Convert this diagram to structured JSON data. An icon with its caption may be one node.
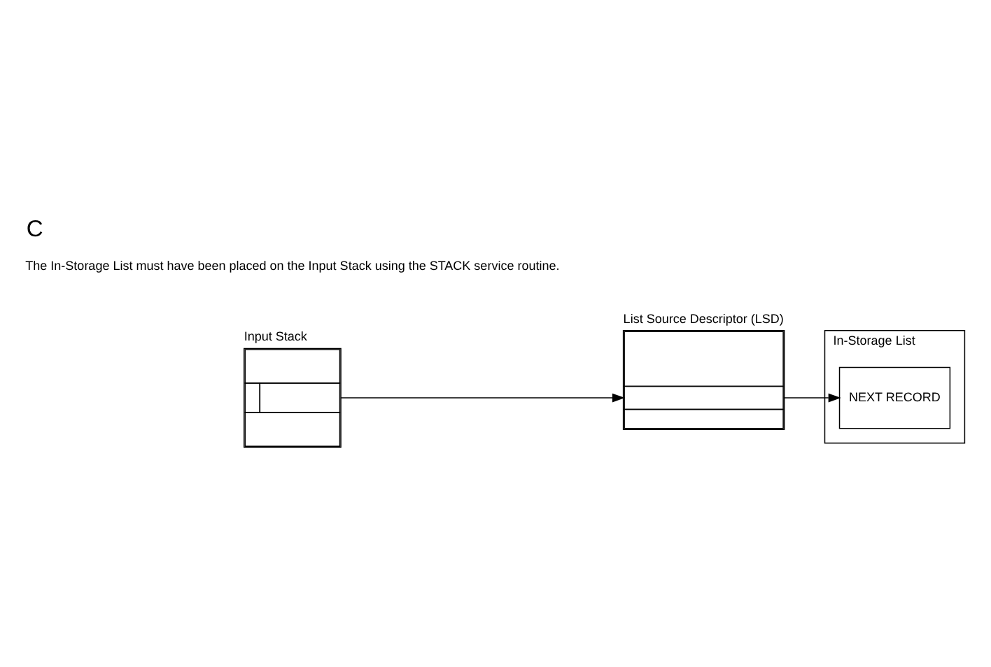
{
  "diagram": {
    "title": "C",
    "nodes": [
      {
        "text": [
          "Input Stack"
        ]
      },
      {
        "text": [
          "List Source Descriptor (LSD)"
        ]
      },
      {
        "text": [
          "In-Storage List"
        ]
      },
      {
        "text": [
          "NEXT RECORD"
        ],
        "in": 2
      }
    ],
    "edges": [
      {
        "from": 0,
        "to": 1,
        "arrow": "to"
      },
      {
        "from": 1,
        "to": 3,
        "arrow": "to"
      }
    ],
    "labels": [
      "The In-Storage List must have been placed on the Input Stack using the STACK service routine."
    ]
  }
}
